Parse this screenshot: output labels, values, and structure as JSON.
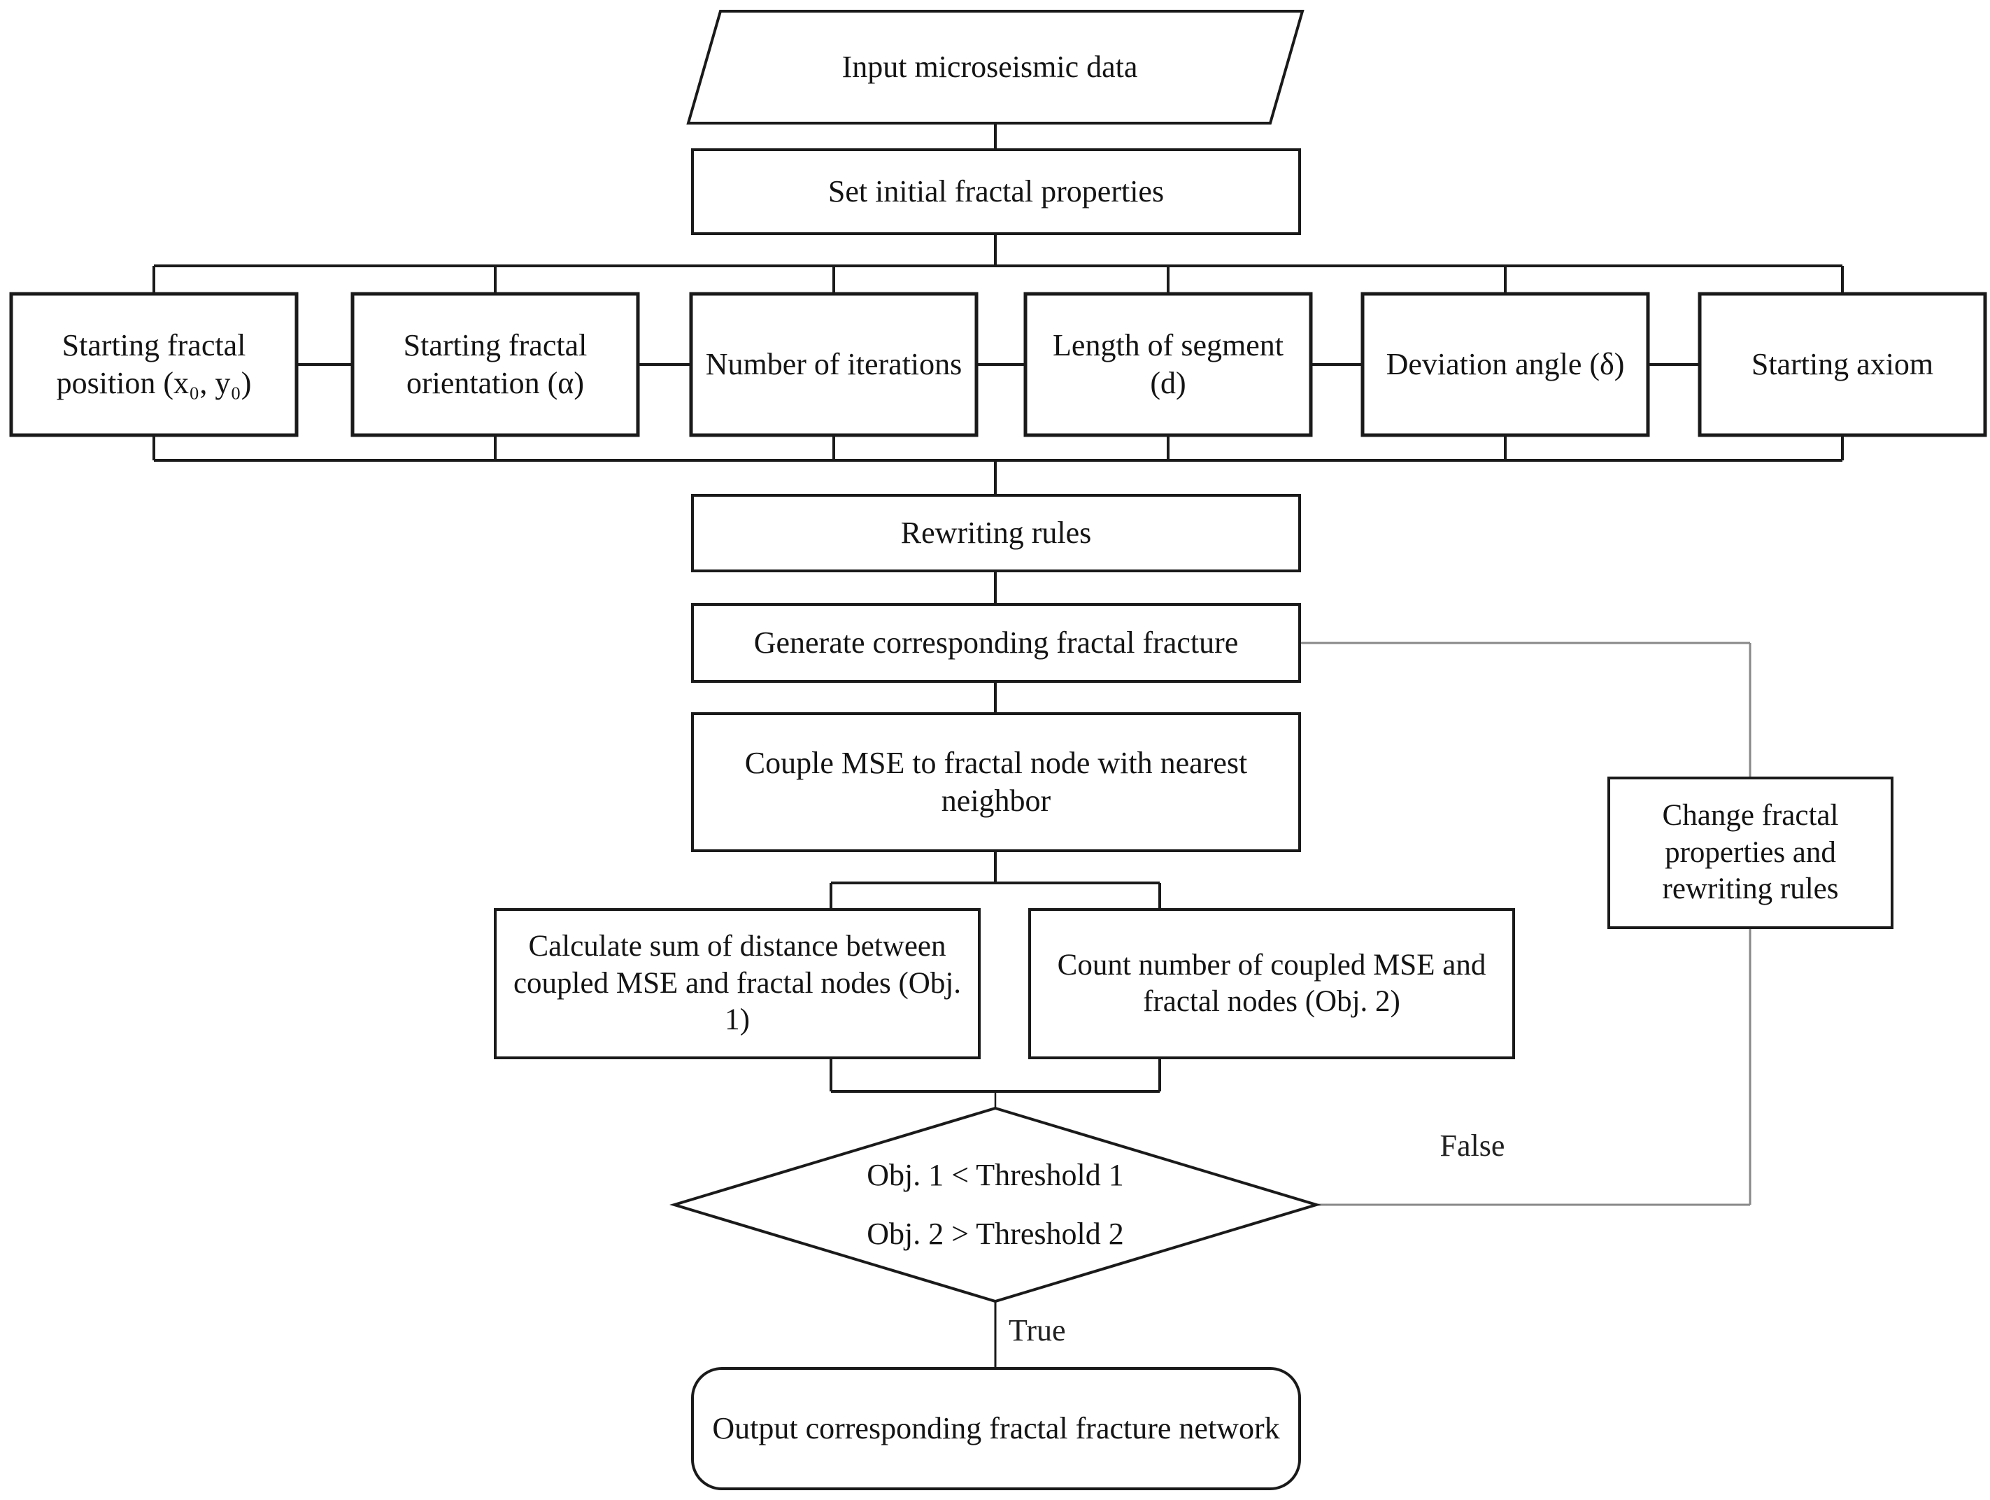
{
  "nodes": {
    "input": {
      "label": "Input microseismic data"
    },
    "set_initial": {
      "label": "Set initial fractal properties"
    },
    "params": [
      {
        "label": "Starting fractal position (x₀, y₀)"
      },
      {
        "label": "Starting fractal orientation (α)"
      },
      {
        "label": "Number of iterations"
      },
      {
        "label": "Length of segment (d)"
      },
      {
        "label": "Deviation angle (δ)"
      },
      {
        "label": "Starting axiom"
      }
    ],
    "rewriting": {
      "label": "Rewriting rules"
    },
    "generate": {
      "label": "Generate corresponding fractal fracture"
    },
    "couple": {
      "label": "Couple MSE to fractal node with nearest neighbor"
    },
    "objective1": {
      "label": "Calculate sum of distance between coupled MSE and fractal nodes (Obj. 1)"
    },
    "objective2": {
      "label": "Count number of coupled MSE and fractal nodes (Obj. 2)"
    },
    "decision": {
      "line1": "Obj. 1 < Threshold 1",
      "line2": "Obj. 2 > Threshold 2"
    },
    "change": {
      "label": "Change fractal properties and rewriting rules"
    },
    "output": {
      "label": "Output corresponding fractal fracture network"
    }
  },
  "edge_labels": {
    "true": "True",
    "false": "False"
  },
  "colors": {
    "background": "#ffffff",
    "shape_border": "#1a1a1a",
    "main_line": "#1a1a1a",
    "loop_line": "#888888",
    "text": "#141414"
  }
}
